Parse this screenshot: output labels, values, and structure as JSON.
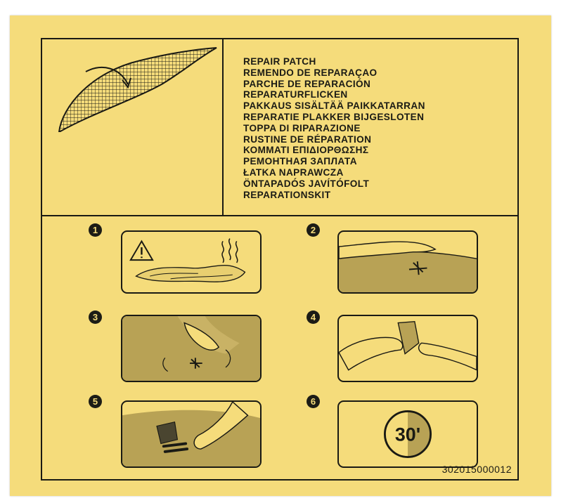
{
  "translations": [
    "REPAIR PATCH",
    "REMENDO DE REPARAÇAO",
    "PARCHE DE REPARACIÓN",
    "REPARATURFLICKEN",
    "PAKKAUS SISÄLTÄÄ PAIKKATARRAN",
    "REPARATIE PLAKKER BIJGESLOTEN",
    "TOPPA DI RIPARAZIONE",
    "RUSTINE DE RÉPARATION",
    "ΚΟΜΜΑΤΙ ΕΠΙΔΙΟΡΘΩΣΗΣ",
    "РЕМОНТНАЯ ЗАПЛАТА",
    "ŁATKA NAPRAWCZA",
    "ÖNTAPADÓS JAVÍTÓFOLT",
    "REPARATIONSKIT"
  ],
  "steps": [
    {
      "number": "1"
    },
    {
      "number": "2"
    },
    {
      "number": "3"
    },
    {
      "number": "4"
    },
    {
      "number": "5"
    },
    {
      "number": "6",
      "timer": "30'"
    }
  ],
  "product_code": "302015000012",
  "colors": {
    "paper": "#f5dc7b",
    "ink": "#1a1a14",
    "shade": "#b8a255"
  },
  "icons": [
    "patch-icon",
    "warning-icon",
    "heat-wave-icon",
    "hand-icon",
    "timer-icon"
  ]
}
